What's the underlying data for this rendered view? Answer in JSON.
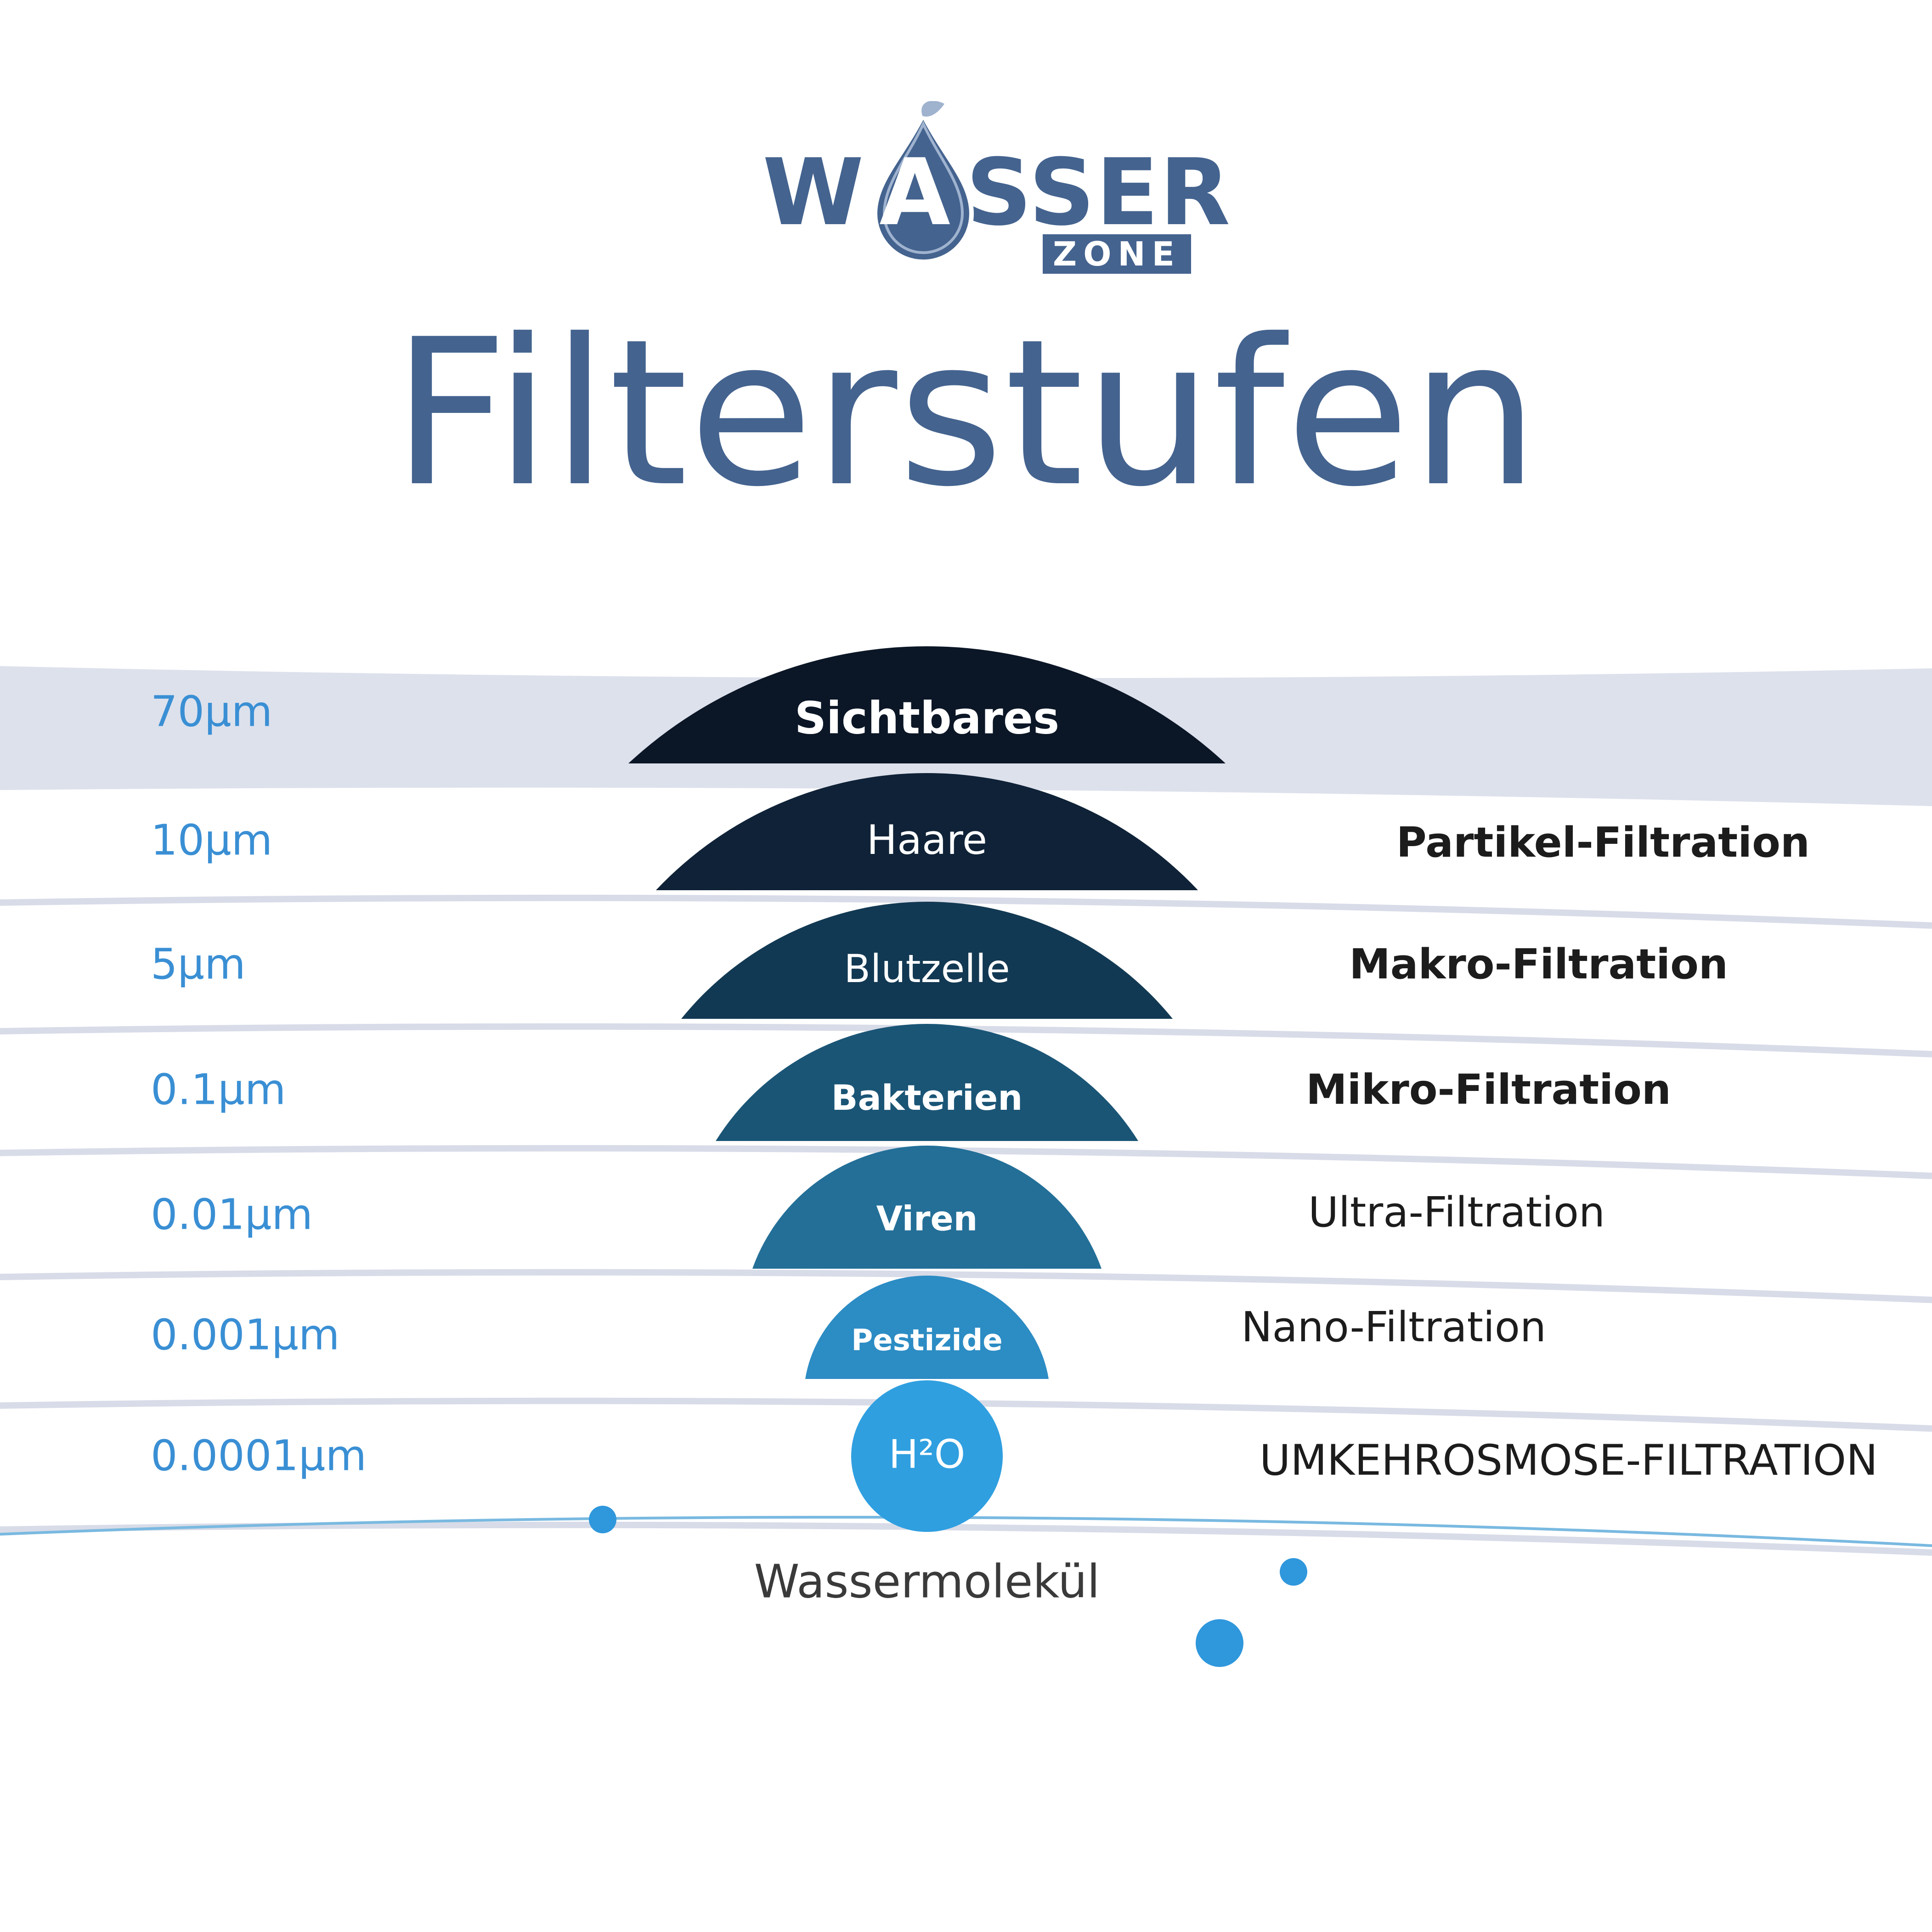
{
  "logo": {
    "wordmark_before": "W",
    "wordmark_a": "A",
    "wordmark_after": "SSER",
    "sub": "ZONE",
    "color": "#44638f"
  },
  "title": "Filterstufen",
  "colors": {
    "title": "#44638f",
    "size_label": "#3a8fd4",
    "band_top": "#dde1ec",
    "band_line": "#d8dce8",
    "accent_line": "#79b9e0",
    "dot": "#2f97dc"
  },
  "stages": [
    {
      "size": "70µm",
      "item": "Sichtbares",
      "filtration": "",
      "color": "#0b1626"
    },
    {
      "size": "10µm",
      "item": "Haare",
      "filtration": "Partikel-Filtration",
      "color": "#0f2237"
    },
    {
      "size": "5µm",
      "item": "Blutzelle",
      "filtration": "Makro-Filtration",
      "color": "#123953"
    },
    {
      "size": "0.1µm",
      "item": "Bakterien",
      "filtration": "Mikro-Filtration",
      "color": "#1a5576"
    },
    {
      "size": "0.01µm",
      "item": "Viren",
      "filtration": "Ultra-Filtration",
      "color": "#236f98"
    },
    {
      "size": "0.001µm",
      "item": "Pestizide",
      "filtration": "Nano-Filtration",
      "color": "#2c8cc4"
    },
    {
      "size": "0.0001µm",
      "item": "H²O",
      "filtration": "UMKEHROSMOSE-FILTRATION",
      "color": "#2f9fe0"
    }
  ],
  "molecule_label": "Wassermolekül"
}
